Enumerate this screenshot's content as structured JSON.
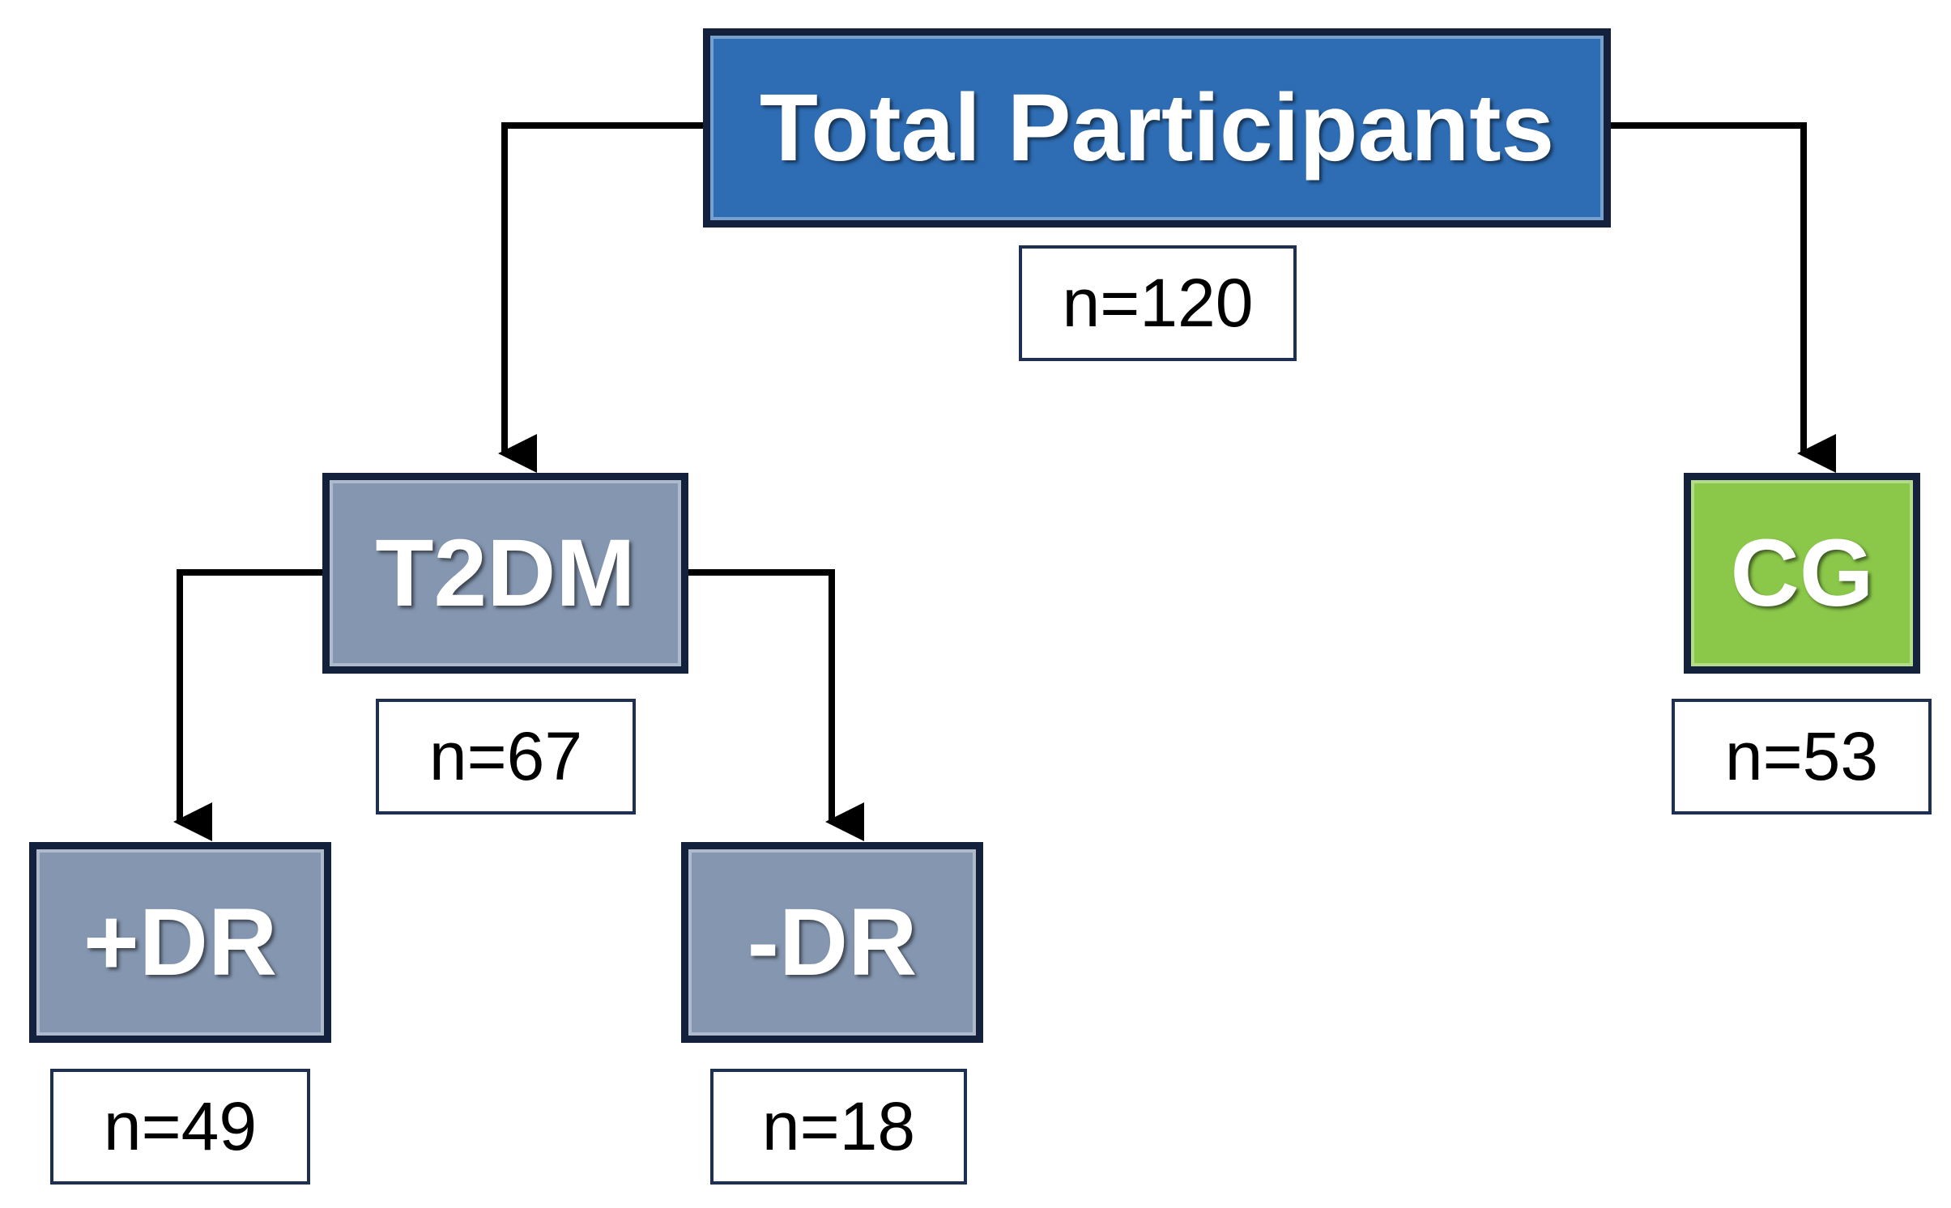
{
  "nodes": {
    "total": {
      "label": "Total Participants",
      "count": "n=120"
    },
    "t2dm": {
      "label": "T2DM",
      "count": "n=67"
    },
    "cg": {
      "label": "CG",
      "count": "n=53"
    },
    "plus_dr": {
      "label": "+DR",
      "count": "n=49"
    },
    "minus_dr": {
      "label": "-DR",
      "count": "n=18"
    }
  },
  "colors": {
    "root": "#2e6db4",
    "group": "#8496b0",
    "control": "#8bc84a",
    "border": "#14213d",
    "connector": "#000000"
  }
}
